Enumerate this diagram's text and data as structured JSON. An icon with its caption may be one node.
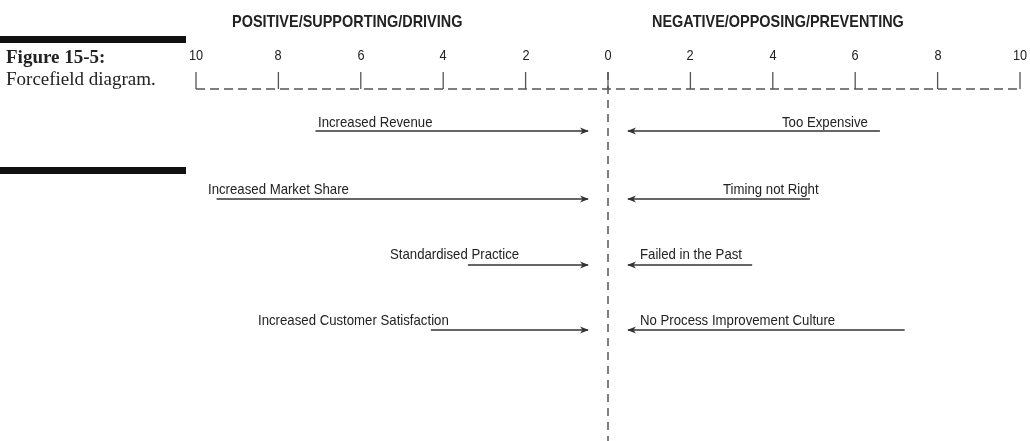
{
  "diagram": {
    "caption": "**Figure 15-5:** Forcefield diagram.",
    "labels": [
      "POSITIVE/SUPPORTING/DRIVING",
      "NEGATIVE/OPPOSING/PREVENTING",
      "10",
      "8",
      "6",
      "4",
      "2",
      "0",
      "2",
      "4",
      "6",
      "8",
      "10",
      "Increased Revenue",
      "Too Expensive",
      "Increased Market Share",
      "Timing not Right",
      "Standardised Practice",
      "Failed in the Past",
      "Increased Customer Satisfaction",
      "No Process Improvement Culture"
    ]
  }
}
